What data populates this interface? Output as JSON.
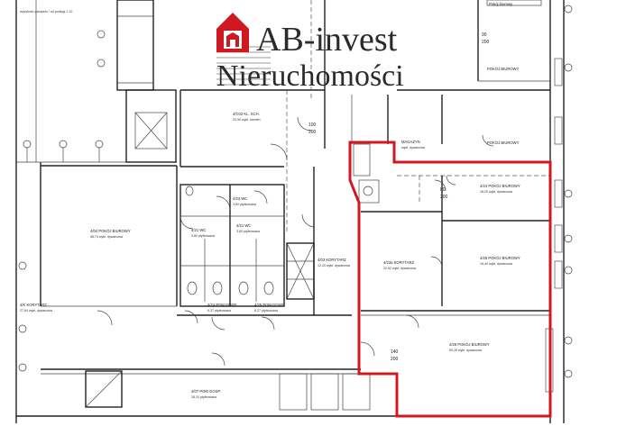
{
  "logo": {
    "brand": "AB-invest",
    "tagline": "Nieruchomości",
    "color": "#d01820"
  },
  "highlight_color": "#d01820",
  "rooms": {
    "top_note": "wysokość parapetu / od podłogi 1.10",
    "r_center_top": "4/C02 KL. SCH.",
    "r_center_top_sub": "20,90 wykł. kamień",
    "r_left_office": "4/04 POKÓJ BIUROWY",
    "r_left_office_sub": "58,74 wykł. dywanowa",
    "r_wc1": "4/21 WC",
    "r_wc1_sub": "3,80 płytkowana",
    "r_wc2": "4/21 WC",
    "r_wc2_sub": "3,60 płytkowana",
    "r_wc3": "4/23 WC",
    "r_wc3_sub": "3,60 płytkowana",
    "r_corridor_mid": "4/03 KORYTARZ",
    "r_corridor_mid_sub": "12,20 wykł. dywanowa",
    "r_corridor_left": "4/K KORYTARZ",
    "r_corridor_left_sub": "27,64 wykł. dywanowa",
    "r_pom1": "4/24 POM GOSP.",
    "r_pom1_sub": "6,37 płytkowana",
    "r_pom2": "4/25 POM GOSP.",
    "r_pom2_sub": "6,27 płytkowana",
    "r_pom3": "4/07 POM GOSP.",
    "r_pom3_sub": "28,10 płytkowana",
    "r_magazyn": "MAGAZYN",
    "r_magazyn_sub": "wykł. dywanowa",
    "r_pokoj_biurowy_top": "POKÓJ BIUROWY",
    "r_pokoj_biurowy_mid": "POKÓJ BIUROWY",
    "r_off_a": "4/24 POKÓJ BIUROWY",
    "r_off_a_sub": "18,20 wykł. dywanowa",
    "r_corr_b": "4/23a KORYTARZ",
    "r_corr_b_sub": "22,62 wykł. dywanowa",
    "r_off_c": "4/25 POKÓJ BIUROWY",
    "r_off_c_sub": "16,40 wykł. dywanowa",
    "r_off_d": "4/26 POKÓJ BIUROWY",
    "r_off_d_sub": "59,26 wykł. dywanowa",
    "r_pokoj_top_right": "Pokój biurowy"
  },
  "dims": {
    "d1": "90",
    "d1b": "200",
    "d2": "100",
    "d2b": "200",
    "d3": "140",
    "d3b": "200",
    "d4": "80",
    "d4b": "200"
  }
}
